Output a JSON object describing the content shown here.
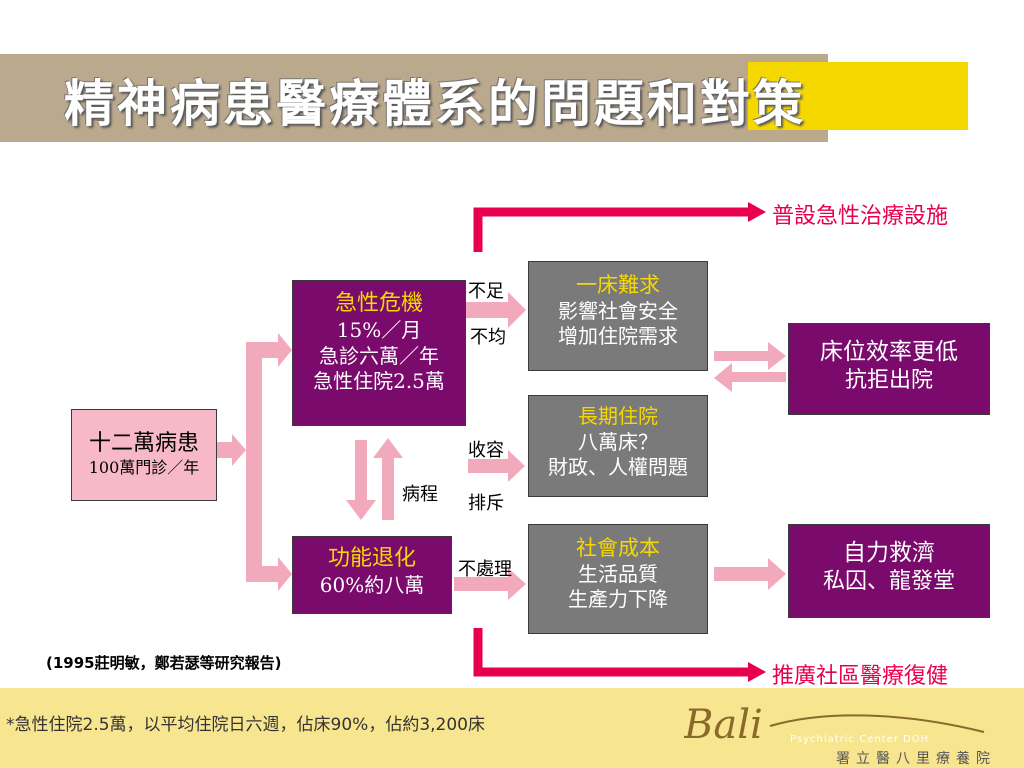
{
  "title": {
    "main": "精神病患醫療體系的問題",
    "highlight": "和對策"
  },
  "patients": {
    "line1": "十二萬病患",
    "line2": "100萬門診／年"
  },
  "acute": {
    "head": "急性危機",
    "lines": [
      "15%／月",
      "急診六萬／年",
      "急性住院2.5萬"
    ]
  },
  "decline": {
    "head": "功能退化",
    "line": "60%約八萬"
  },
  "bed": {
    "head": "一床難求",
    "lines": [
      "影響社會安全",
      "增加住院需求"
    ]
  },
  "longterm": {
    "head": "長期住院",
    "lines": [
      "八萬床？",
      "財政、人權問題"
    ]
  },
  "social": {
    "head": "社會成本",
    "lines": [
      "生活品質",
      "生產力下降"
    ]
  },
  "efficiency": {
    "head": "床位效率更低",
    "line": "抗拒出院"
  },
  "relief": {
    "head": "自力救濟",
    "line": "私囚、龍發堂"
  },
  "labels": {
    "insufficient": "不足",
    "uneven": "不均",
    "admit": "收容",
    "reject": "排斥",
    "course": "病程",
    "untreated": "不處理"
  },
  "solutions": {
    "top": "普設急性治療設施",
    "bottom": "推廣社區醫療復健"
  },
  "reference": "(1995莊明敏，鄭若瑟等研究報告)",
  "footnote": "*急性住院2.5萬，以平均住院日六週，佔床90%，佔約3,200床",
  "logo": {
    "script": "Bali",
    "sub": "Psychiatric Center DOH",
    "cn": "署立醫八里療養院"
  },
  "colors": {
    "title_band": "#bba98e",
    "title_highlight": "#f5d800",
    "purple_box": "#7a0a6c",
    "gray_box": "#7a7a7a",
    "pink_box": "#f7b9c8",
    "pink_arrow": "#f2a9bc",
    "red_path": "#e8004d",
    "footer_band": "#f7e58f"
  }
}
